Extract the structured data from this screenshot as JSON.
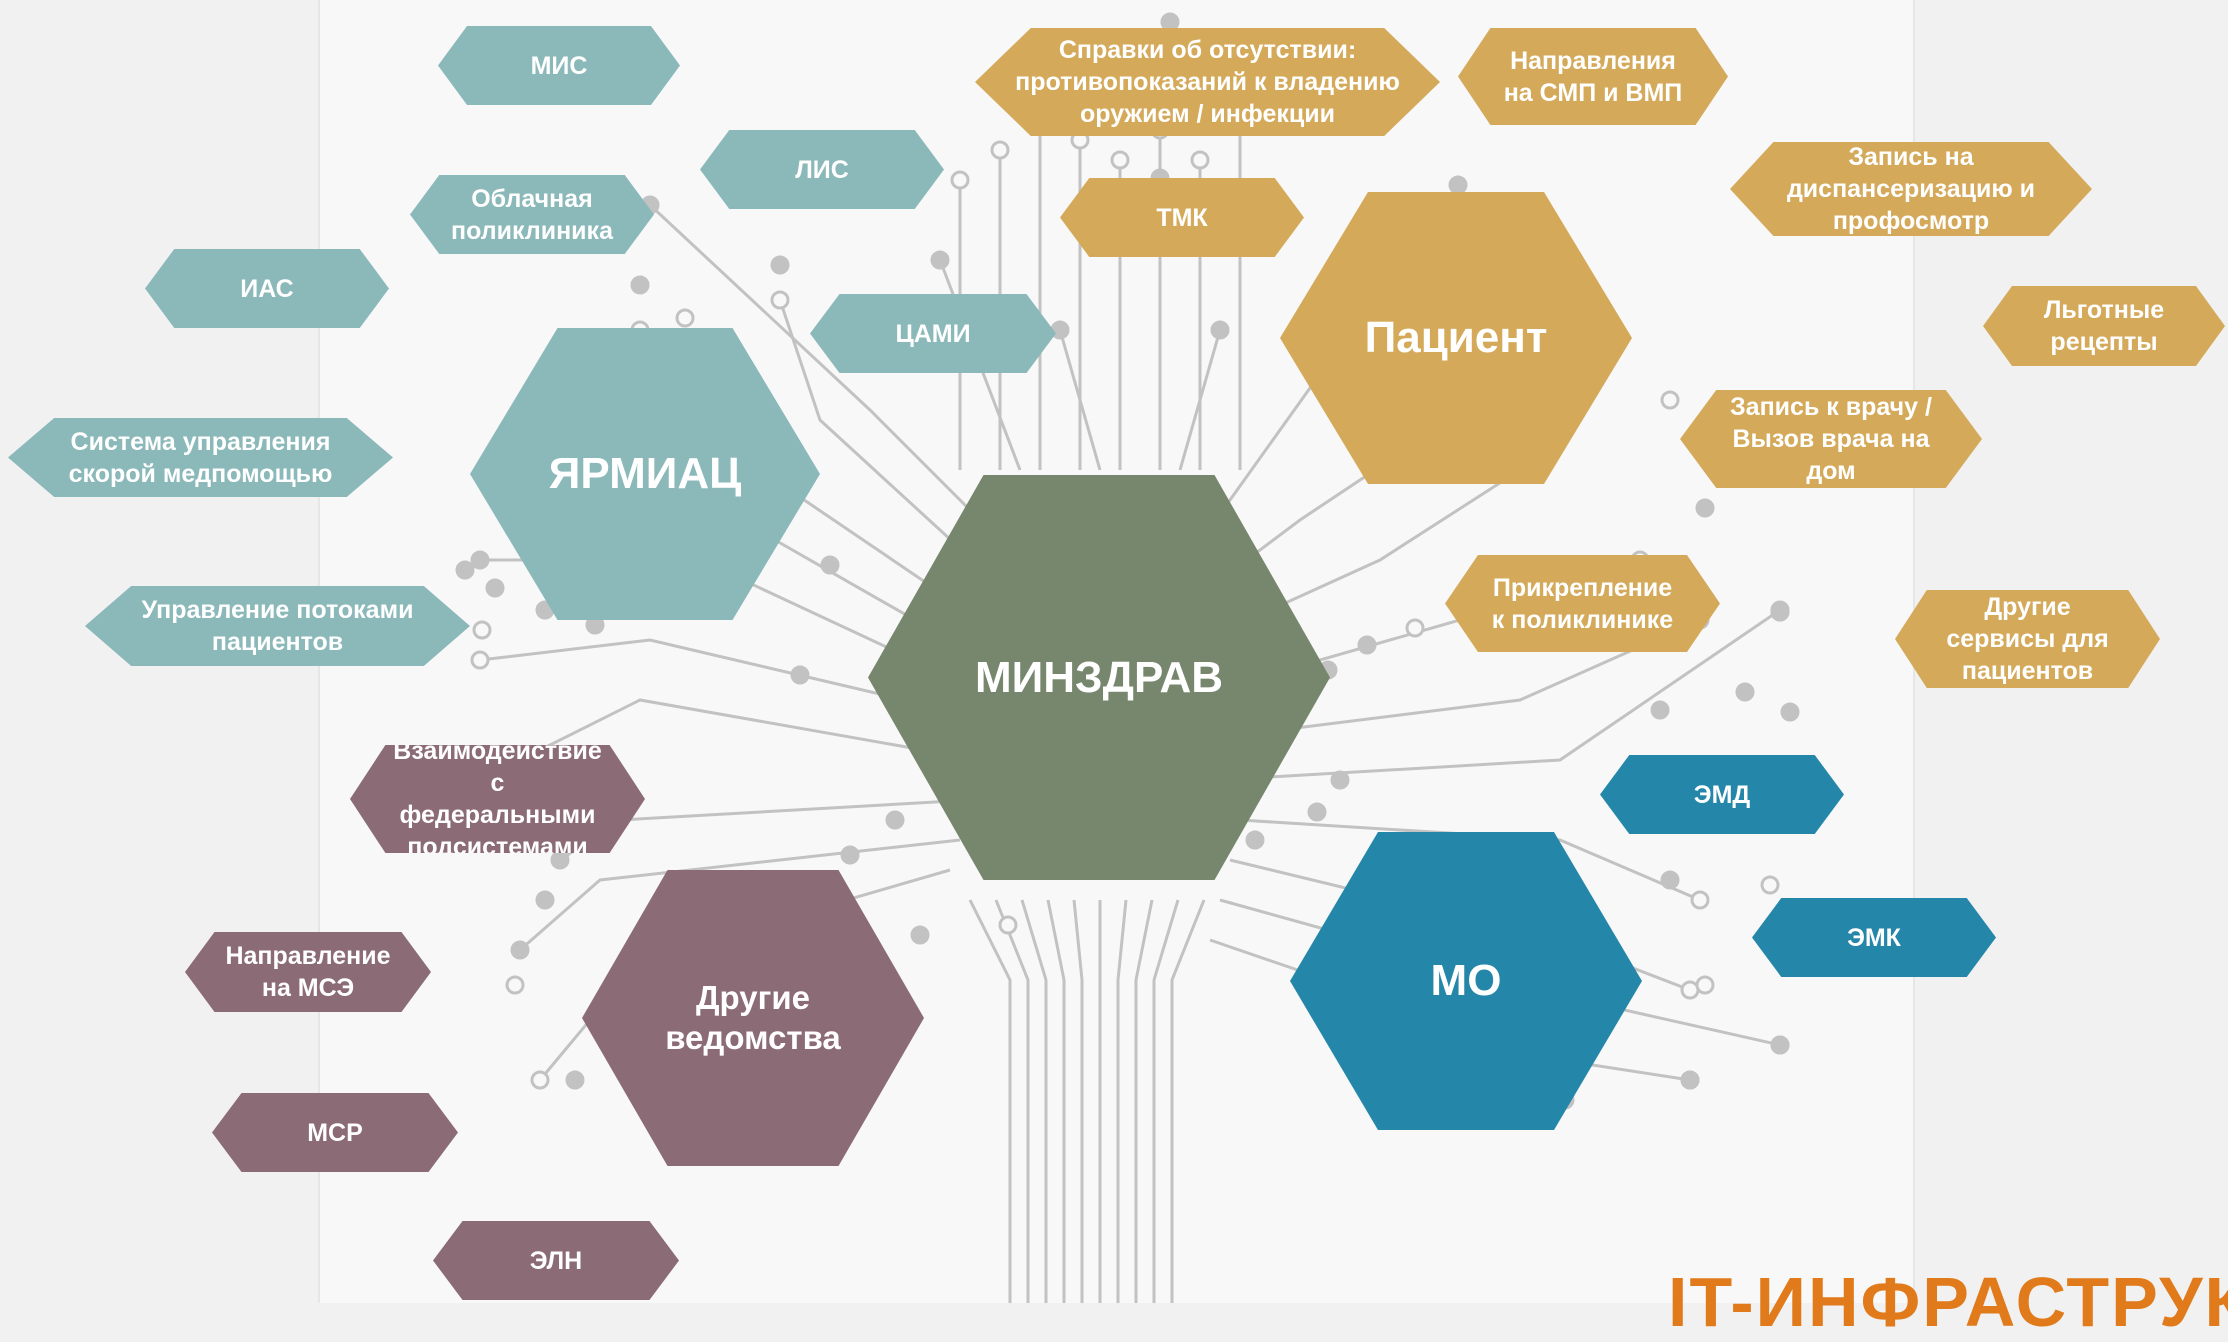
{
  "hubs": {
    "ministry": "МИНЗДРАВ",
    "yarmiac": "ЯРМИАЦ",
    "patient": "Пациент",
    "mo": "МО",
    "other_agencies": "Другие ведомства"
  },
  "yarmiac_services": {
    "mis": "МИС",
    "lis": "ЛИС",
    "cloud_clinic": "Облачная поликлиника",
    "ias": "ИАС",
    "cami": "ЦАМИ",
    "ambulance_system": "Система управления скорой медпомощью",
    "patient_flow": "Управление потоками пациентов"
  },
  "patient_services": {
    "certificates": "Справки об отсутствии: противопоказаний к владению оружием / инфекции",
    "smp_vmp": "Направления на СМП и ВМП",
    "tmk": "ТМК",
    "dispensary": "Запись на диспансеризацию и профосмотр",
    "benefits": "Льготные рецепты",
    "appointment": "Запись к врачу / Вызов врача на дом",
    "attachment": "Прикрепление к поликлинике",
    "other_services": "Другие сервисы для пациентов"
  },
  "mo_services": {
    "emd": "ЭМД",
    "emk": "ЭМК"
  },
  "agency_services": {
    "federal": "Взаимодействие с федеральными подсистемами",
    "mse": "Направление на МСЭ",
    "msr": "МСР",
    "eln": "ЭЛН"
  },
  "footer": {
    "title": "IT-ИНФРАСТРУКТ"
  },
  "colors": {
    "teal": "#8bb8b9",
    "gold": "#d4aa5a",
    "mauve": "#8b6b75",
    "blue": "#2487a9",
    "green": "#76876e",
    "trace": "#c2c2c2",
    "accent": "#e07a1a"
  }
}
